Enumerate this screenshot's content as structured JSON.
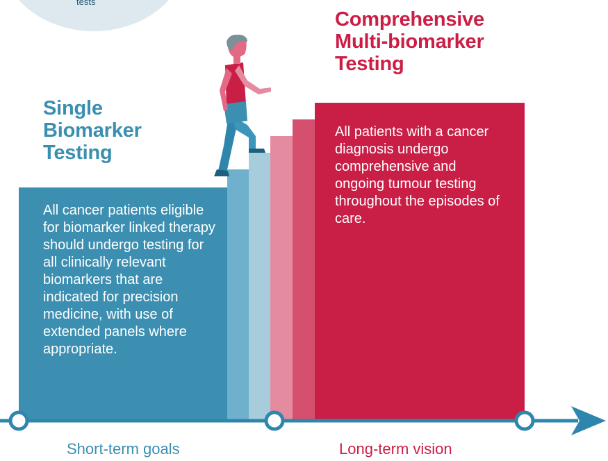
{
  "top_circle": {
    "label": "tests"
  },
  "single": {
    "heading": [
      "Single",
      "Biomarker",
      "Testing"
    ],
    "body": "All cancer patients eligible for biomarker linked therapy should undergo testing for all clinically relevant biomarkers that are indicated for precision medicine, with use of extended panels where appropriate."
  },
  "comprehensive": {
    "heading": [
      "Comprehensive",
      "Multi-biomarker",
      "Testing"
    ],
    "body": "All patients with a cancer diagnosis undergo comprehensive and ongoing tumour testing throughout the episodes of care."
  },
  "timeline": {
    "left_label": "Short-term goals",
    "right_label": "Long-term vision"
  },
  "colors": {
    "blue": "#3c8fb1",
    "red": "#c91e45"
  }
}
